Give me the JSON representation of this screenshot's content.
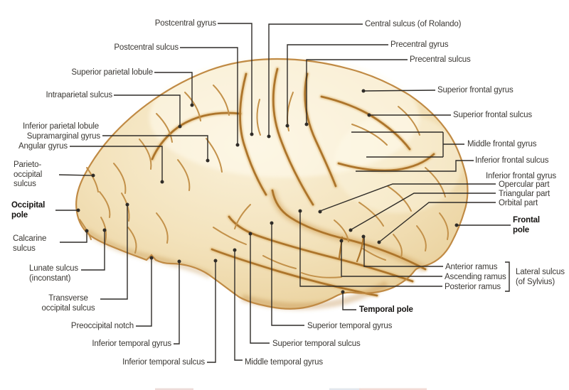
{
  "labels": {
    "postcentral_gyrus": "Postcentral gyrus",
    "postcentral_sulcus": "Postcentral sulcus",
    "superior_parietal_lobule": "Superior parietal lobule",
    "intraparietal_sulcus": "Intraparietal sulcus",
    "inferior_parietal_lobule": "Inferior parietal lobule",
    "supramarginal_gyrus": "Supramarginal gyrus",
    "angular_gyrus": "Angular gyrus",
    "parieto_occipital_sulcus": [
      "Parieto-",
      "occipital",
      "sulcus"
    ],
    "occipital_pole": [
      "Occipital",
      "pole"
    ],
    "calcarine_sulcus": [
      "Calcarine",
      "sulcus"
    ],
    "lunate_sulcus": [
      "Lunate sulcus",
      "(inconstant)"
    ],
    "transverse_occipital_sulcus": [
      "Transverse",
      "occipital sulcus"
    ],
    "preoccipital_notch": "Preoccipital notch",
    "inferior_temporal_gyrus": "Inferior temporal gyrus",
    "inferior_temporal_sulcus": "Inferior temporal sulcus",
    "middle_temporal_gyrus": "Middle temporal gyrus",
    "superior_temporal_sulcus": "Superior temporal sulcus",
    "superior_temporal_gyrus": "Superior temporal gyrus",
    "temporal_pole": "Temporal pole",
    "central_sulcus": "Central sulcus (of Rolando)",
    "precentral_gyrus": "Precentral gyrus",
    "precentral_sulcus": "Precentral sulcus",
    "superior_frontal_gyrus": "Superior frontal gyrus",
    "superior_frontal_sulcus": "Superior frontal sulcus",
    "middle_frontal_gyrus": "Middle frontal gyrus",
    "inferior_frontal_sulcus": "Inferior frontal sulcus",
    "inferior_frontal_gyrus": "Inferior frontal gyrus",
    "opercular_part": "Opercular part",
    "triangular_part": "Triangular part",
    "orbital_part": "Orbital part",
    "frontal_pole": [
      "Frontal",
      "pole"
    ],
    "anterior_ramus": "Anterior ramus",
    "ascending_ramus": "Ascending ramus",
    "posterior_ramus": "Posterior ramus",
    "lateral_sulcus": [
      "Lateral sulcus",
      "(of Sylvius)"
    ]
  },
  "colors": {
    "background": "#FFFFFF",
    "label_text": "#3A3733",
    "label_text_bold": "#141210",
    "leader_line": "#2F2C28",
    "brain_highlight": "#FBF4E0",
    "brain_base": "#F2E2BC",
    "brain_shadow": "#E2BE85",
    "sulcus_line": "#AD752B",
    "sulcus_line_minor": "#C3914A",
    "outline": "#C08A44",
    "sliver_pink": "#E9D3D0",
    "sliver_blue": "#DDE3EA",
    "sliver_red": "#F0D2CC"
  }
}
